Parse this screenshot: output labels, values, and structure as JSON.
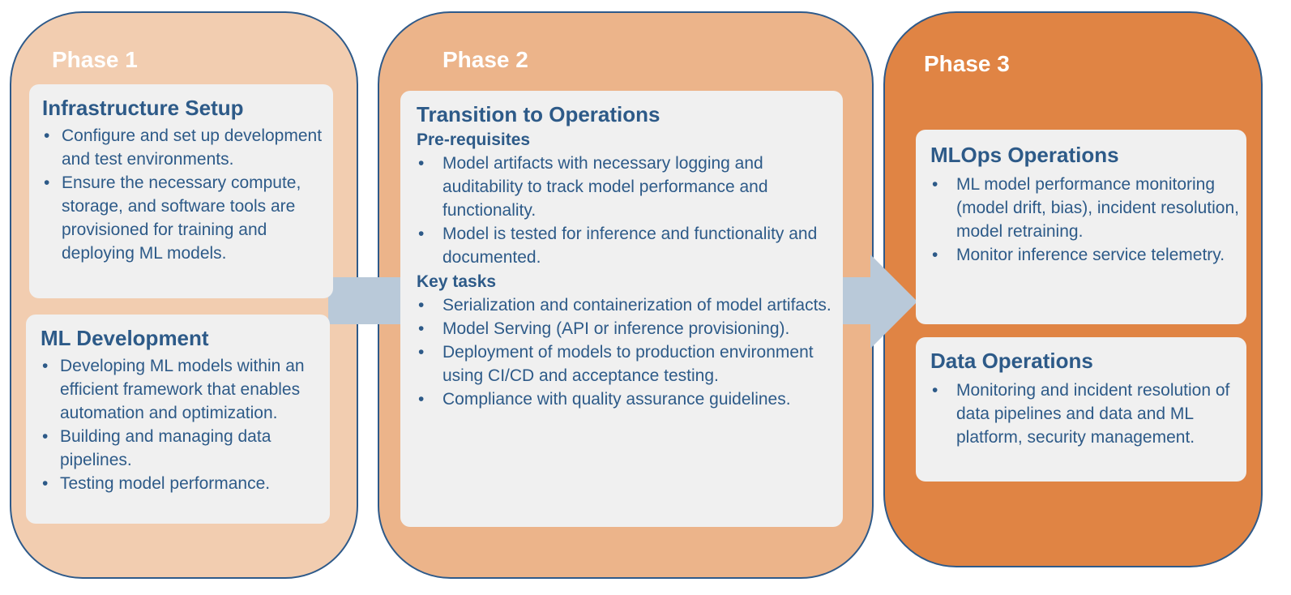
{
  "phase1": {
    "title": "Phase 1",
    "infra": {
      "heading": "Infrastructure Setup",
      "items": [
        "Configure and set up development and test environments.",
        "Ensure the necessary compute, storage, and software tools are provisioned for training and deploying ML models."
      ]
    },
    "mldev": {
      "heading": "ML Development",
      "items": [
        "Developing ML models within an efficient framework that enables automation and optimization.",
        "Building and managing data pipelines.",
        "Testing model performance."
      ]
    }
  },
  "phase2": {
    "title": "Phase 2",
    "card": {
      "heading": "Transition to Operations",
      "prereq_heading": "Pre-requisites",
      "prereq_items": [
        "Model artifacts with necessary logging and auditability to track model performance and functionality.",
        "Model is tested for inference and functionality and documented."
      ],
      "tasks_heading": "Key tasks",
      "tasks_items": [
        "Serialization and containerization of model artifacts.",
        "Model Serving (API or inference provisioning).",
        "Deployment of models to production environment using CI/CD and acceptance testing.",
        "Compliance with quality assurance guidelines."
      ]
    }
  },
  "phase3": {
    "title": "Phase 3",
    "mlops": {
      "heading": "MLOps Operations",
      "items": [
        "ML model performance monitoring (model drift, bias), incident resolution, model retraining.",
        "Monitor inference service telemetry."
      ]
    },
    "dataops": {
      "heading": "Data Operations",
      "items": [
        "Monitoring and incident resolution of data pipelines and data and ML platform, security management."
      ]
    }
  },
  "colors": {
    "phase1_fill": "#f2cdb0",
    "phase2_fill": "#ecb48a",
    "phase3_fill": "#e08444",
    "card_fill": "#f0f0f0",
    "text": "#2d5a88",
    "arrow": "#b9c9d9"
  }
}
